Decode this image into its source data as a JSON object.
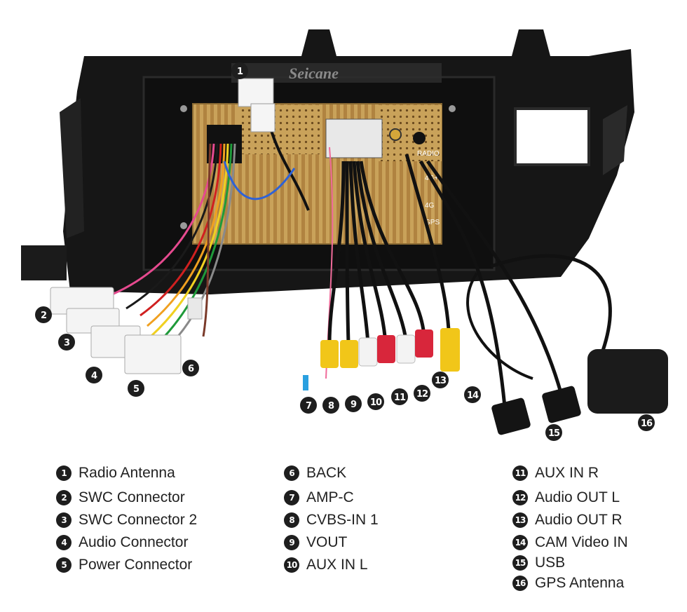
{
  "brand": "Seicane",
  "board_labels": {
    "radio": "RADIO",
    "g4a": "4G+",
    "g4b": "4G",
    "gps": "GPS"
  },
  "callouts": [
    "1",
    "2",
    "3",
    "4",
    "5",
    "6",
    "7",
    "8",
    "9",
    "10",
    "11",
    "12",
    "13",
    "14",
    "15",
    "16"
  ],
  "legend": {
    "col1": [
      {
        "n": "1",
        "label": "Radio Antenna"
      },
      {
        "n": "2",
        "label": "SWC Connector"
      },
      {
        "n": "3",
        "label": "SWC Connector 2"
      },
      {
        "n": "4",
        "label": "Audio Connector"
      },
      {
        "n": "5",
        "label": "Power Connector"
      }
    ],
    "col2": [
      {
        "n": "6",
        "label": "BACK"
      },
      {
        "n": "7",
        "label": "AMP-C"
      },
      {
        "n": "8",
        "label": "CVBS-IN 1"
      },
      {
        "n": "9",
        "label": "VOUT"
      },
      {
        "n": "10",
        "label": "AUX IN L"
      }
    ],
    "col3": [
      {
        "n": "11",
        "label": "AUX IN R"
      },
      {
        "n": "12",
        "label": "Audio OUT L"
      },
      {
        "n": "13",
        "label": "Audio OUT R"
      },
      {
        "n": "14",
        "label": "CAM Video IN"
      },
      {
        "n": "15",
        "label": "USB"
      },
      {
        "n": "16",
        "label": "GPS Antenna"
      }
    ]
  },
  "colors": {
    "frame": "#141414",
    "board": "#c9a25a",
    "rca_yellow": "#f1c619",
    "rca_red": "#d8263b",
    "rca_white": "#f3f3f3"
  }
}
